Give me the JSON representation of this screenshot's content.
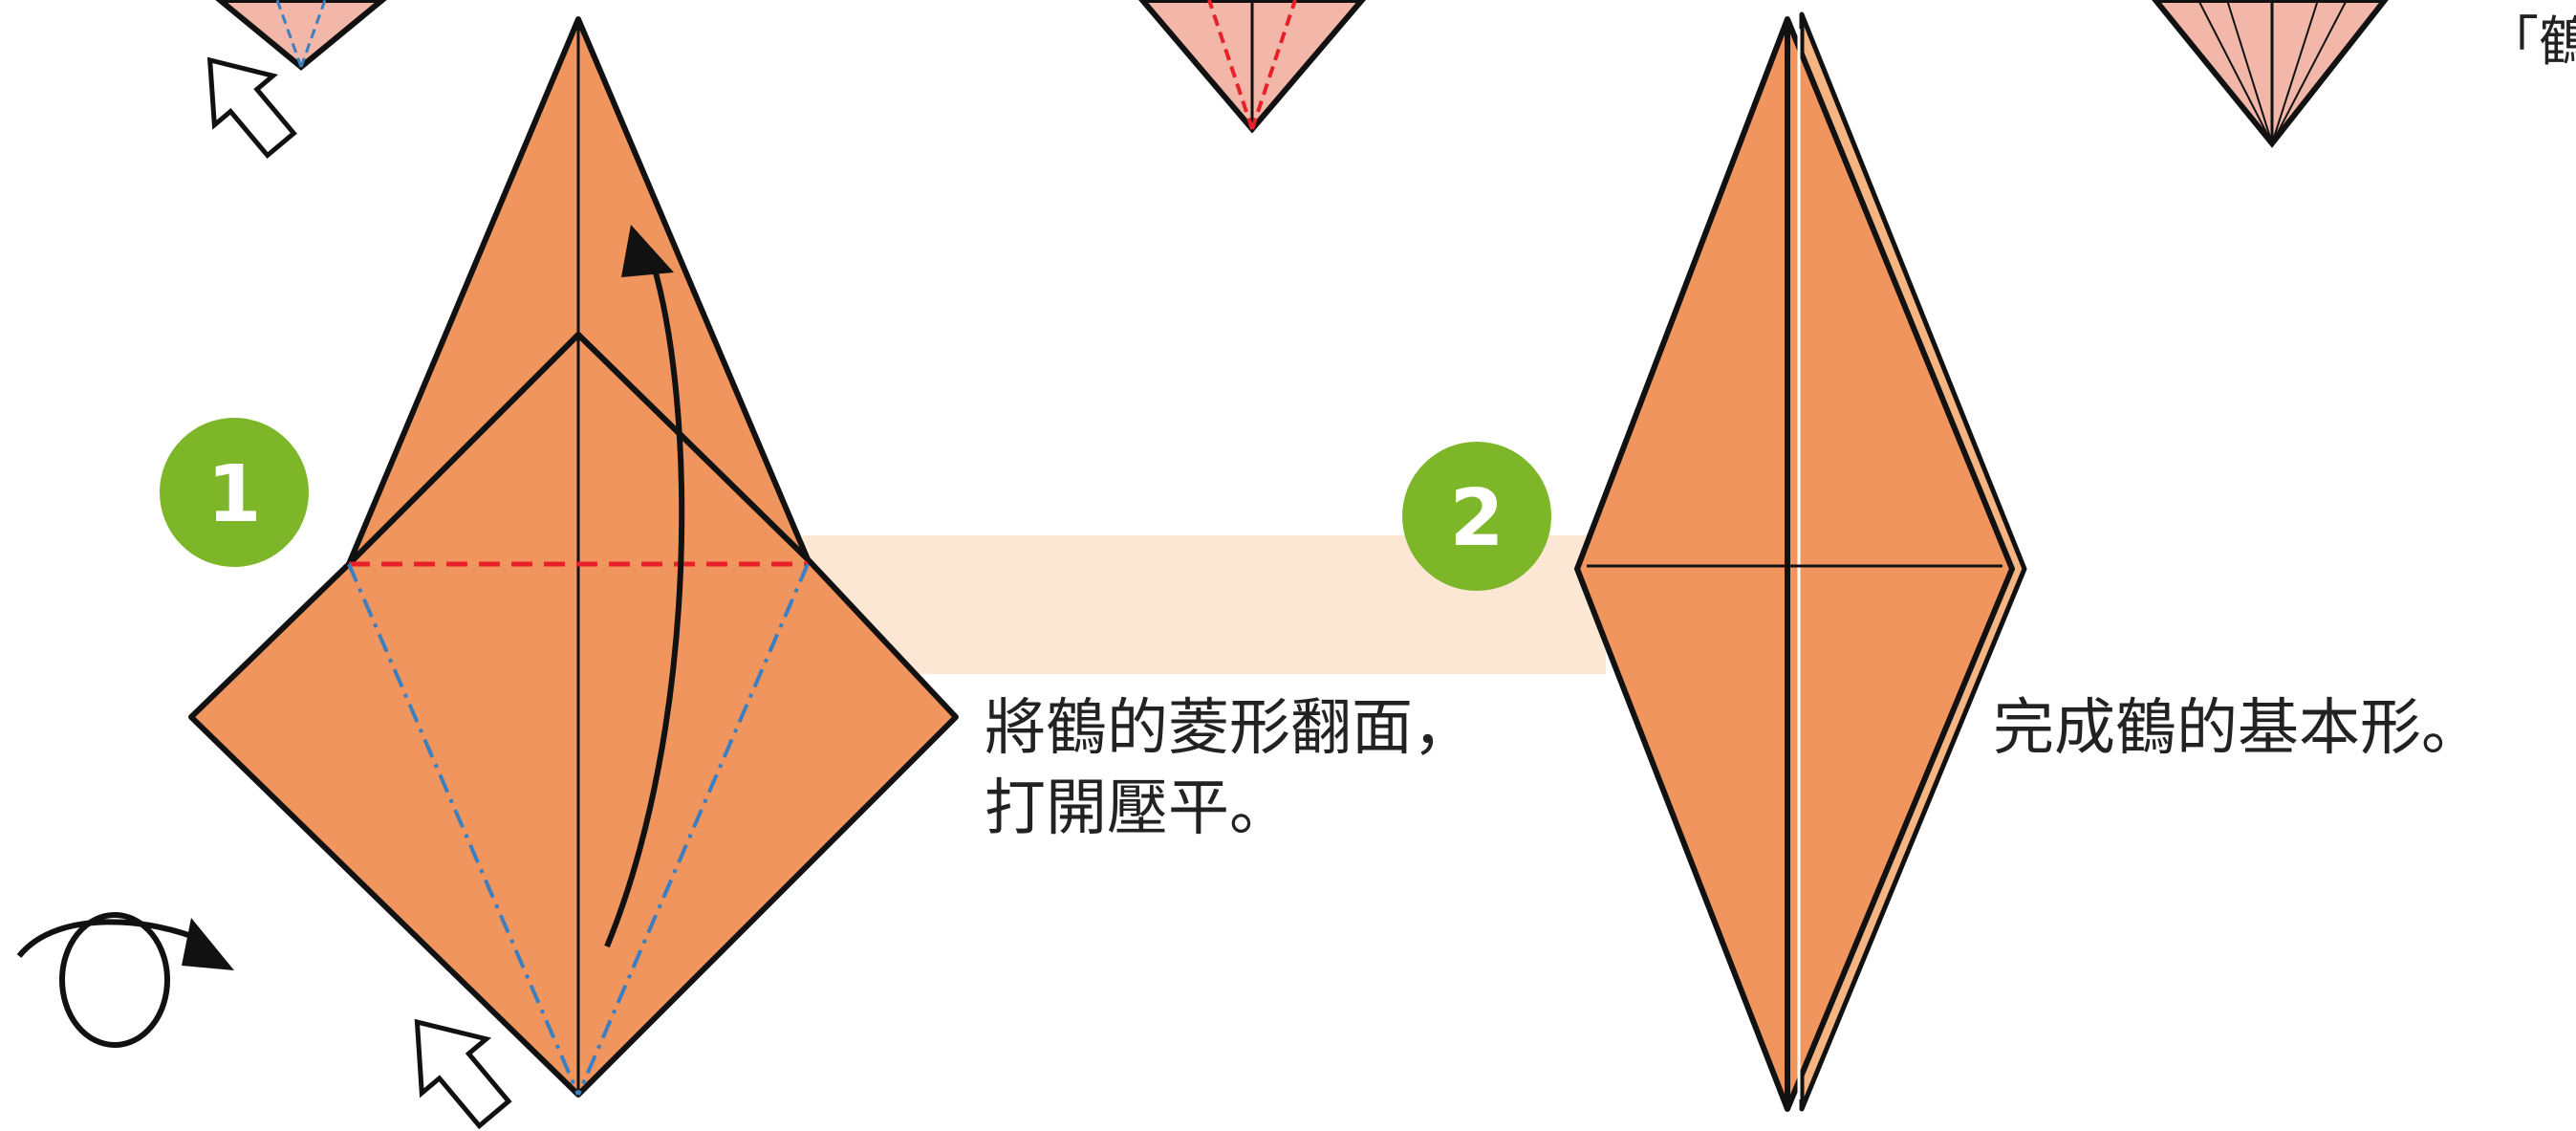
{
  "steps": [
    {
      "number": "1",
      "caption_line1": "將鶴的菱形翻面，",
      "caption_line2": "打開壓平。"
    },
    {
      "number": "2",
      "caption_line1": "完成鶴的基本形。"
    }
  ],
  "corner_fragment": "「鶴",
  "colors": {
    "paper": "#F0955E",
    "paper_light": "#F4B583",
    "paper_prev": "#F2B7A8",
    "badge": "#7DB628",
    "connector_band": "#FBE7D3",
    "valley_fold": "#E8202A",
    "mountain_fold": "#3C7FC0",
    "outline": "#111111"
  },
  "icons": [
    "press-arrow-icon",
    "flip-over-icon",
    "fold-up-arrow-icon"
  ]
}
